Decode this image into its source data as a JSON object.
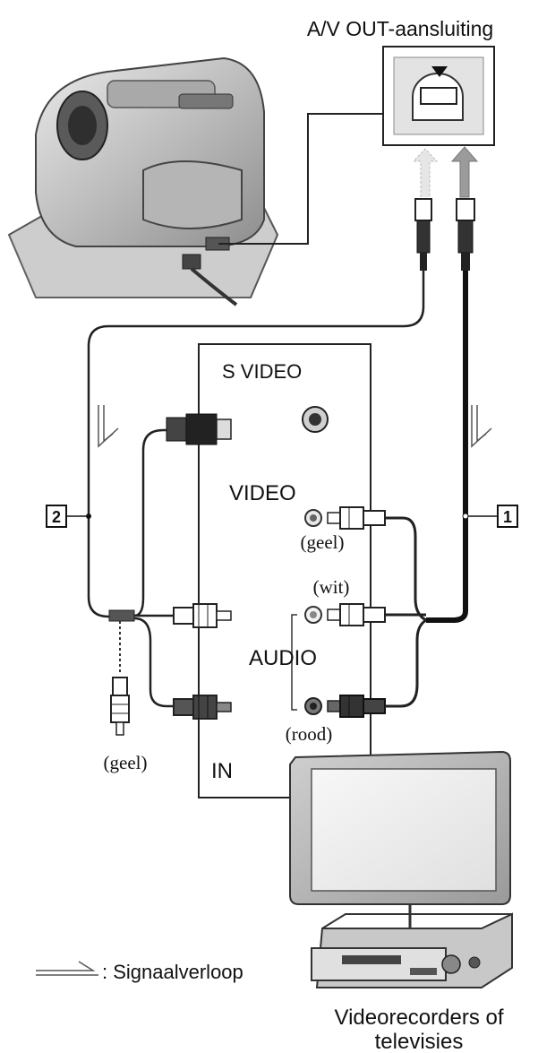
{
  "labels": {
    "av_out": "A/V OUT-aansluiting",
    "s_video": "S VIDEO",
    "video": "VIDEO",
    "geel_right": "(geel)",
    "wit": "(wit)",
    "audio": "AUDIO",
    "rood": "(rood)",
    "geel_left": "(geel)",
    "in": "IN",
    "callout_1": "1",
    "callout_2": "2",
    "legend": ": Signaalverloop",
    "device_line1": "Videorecorders of",
    "device_line2": "televisies"
  },
  "icons": {
    "camera": "camcorder-on-dock-icon",
    "av_port": "av-out-port-icon",
    "tv": "flat-tv-icon",
    "vcr": "vcr-icon",
    "signal_arrow": "signal-flow-arrow-icon"
  },
  "colors": {
    "line": "#1a1a1a",
    "panel": "#ffffff",
    "device_fill": "#d6d6d6"
  }
}
